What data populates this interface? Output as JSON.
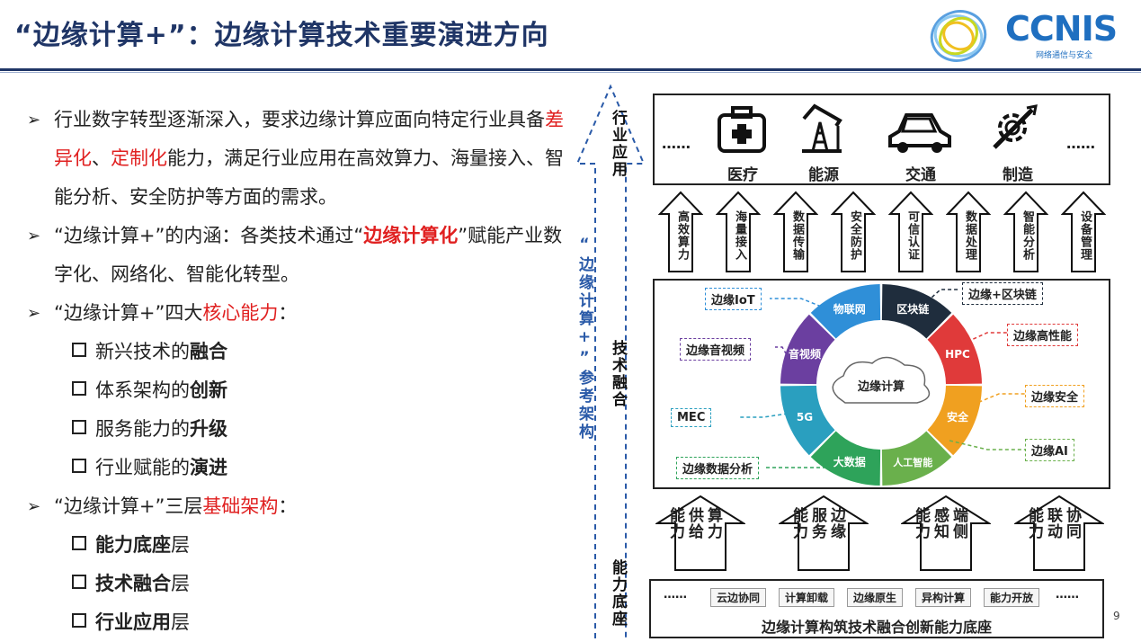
{
  "header": {
    "title": "“边缘计算+”：边缘计算技术重要演进方向",
    "logo_text": "CCNIS",
    "logo_sub": "网络通信与安全",
    "page_number": "9"
  },
  "bullets": {
    "b1_pre": "行业数字转型逐渐深入，要求边缘计算应面向特定行业具备",
    "b1_red1": "差异化",
    "b1_sep": "、",
    "b1_red2": "定制化",
    "b1_post": "能力，满足行业应用在高效算力、海量接入、智能分析、安全防护等方面的需求。",
    "b2_pre": "“边缘计算+”的内涵：各类技术通过“",
    "b2_red": "边缘计算化",
    "b2_post": "”赋能产业数字化、网络化、智能化转型。",
    "b3_pre": "“边缘计算+”四大",
    "b3_red": "核心能力",
    "b3_post": "：",
    "core": [
      {
        "pre": "新兴技术的",
        "bold": "融合"
      },
      {
        "pre": "体系架构的",
        "bold": "创新"
      },
      {
        "pre": "服务能力的",
        "bold": "升级"
      },
      {
        "pre": "行业赋能的",
        "bold": "演进"
      }
    ],
    "b4_pre": "“边缘计算+”三层",
    "b4_red": "基础架构",
    "b4_post": "：",
    "layers": [
      {
        "bold": "能力底座",
        "post": "层"
      },
      {
        "bold": "技术融合",
        "post": "层"
      },
      {
        "bold": "行业应用",
        "post": "层"
      }
    ]
  },
  "diagram": {
    "side_label": "“边缘计算+”参考架构",
    "layer_app": "行业应用",
    "layer_tech": "技术融合",
    "layer_base": "能力底座",
    "ellipsis": "……",
    "apps": [
      "医疗",
      "能源",
      "交通",
      "制造"
    ],
    "app_icons": [
      "medical-kit-icon",
      "oil-pump-icon",
      "car-icon",
      "gear-wrench-icon"
    ],
    "features": [
      "高效算力",
      "海量接入",
      "数据传输",
      "安全防护",
      "可信认证",
      "数据处理",
      "智能分析",
      "设备管理"
    ],
    "center": "边缘计算",
    "ring": [
      {
        "label": "物联网",
        "color": "#2f8fd8"
      },
      {
        "label": "区块链",
        "color": "#1f2d3d"
      },
      {
        "label": "HPC",
        "color": "#e03a3a"
      },
      {
        "label": "安全",
        "color": "#f0a020"
      },
      {
        "label": "人工智能",
        "color": "#6ab04c"
      },
      {
        "label": "大数据",
        "color": "#2ea35a"
      },
      {
        "label": "5G",
        "color": "#2a9fbf"
      },
      {
        "label": "音视频",
        "color": "#6b3fa0"
      }
    ],
    "tags": [
      {
        "label": "边缘IoT",
        "color": "#2f8fd8"
      },
      {
        "label": "边缘+区块链",
        "color": "#1f2d3d"
      },
      {
        "label": "边缘高性能",
        "color": "#e03a3a"
      },
      {
        "label": "边缘安全",
        "color": "#f0a020"
      },
      {
        "label": "边缘AI",
        "color": "#6ab04c"
      },
      {
        "label": "边缘数据分析",
        "color": "#2ea35a"
      },
      {
        "label": "MEC",
        "color": "#2a9fbf"
      },
      {
        "label": "边缘音视频",
        "color": "#6b3fa0"
      }
    ],
    "capabilities": [
      [
        "算力",
        "供给",
        "能力"
      ],
      [
        "边缘",
        "服务",
        "能力"
      ],
      [
        "端侧",
        "感知",
        "能力"
      ],
      [
        "协同",
        "联动",
        "能力"
      ]
    ],
    "base_items": [
      "云边协同",
      "计算卸载",
      "边缘原生",
      "异构计算",
      "能力开放"
    ],
    "base_title": "边缘计算构筑技术融合创新能力底座"
  }
}
